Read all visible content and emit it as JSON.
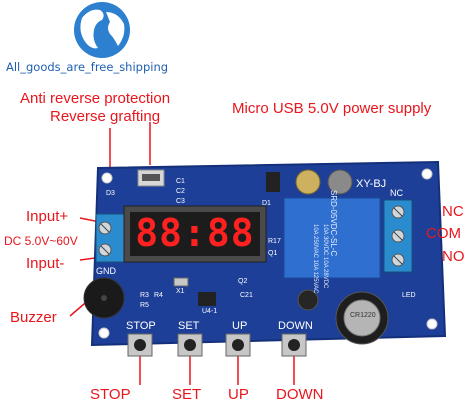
{
  "watermark": {
    "shop_text": "All_goods_are_free_shipping"
  },
  "callouts": {
    "protection_line1": "Anti reverse protection",
    "protection_line2": "Reverse grafting",
    "usb_power": "Micro USB 5.0V power supply",
    "input_plus": "Input+",
    "dc_range": "DC 5.0V~60V",
    "input_minus": "Input-",
    "buzzer": "Buzzer",
    "nc": "NC",
    "com": "COM",
    "no": "NO",
    "stop": "STOP",
    "set": "SET",
    "up": "UP",
    "down": "DOWN"
  },
  "board": {
    "model": "XY-BJ",
    "relay_text": "SRD-05VDC-SL-C",
    "relay_spec1": "10A 250VAC 10A 125VAC",
    "relay_spec2": "10A 30VDC 10A 28VDC",
    "display_digits": "88:88",
    "silk_nc": "NC",
    "silk_gnd": "GND",
    "silk_led": "LED",
    "btn_stop": "STOP",
    "btn_set": "SET",
    "btn_up": "UP",
    "btn_down": "DOWN",
    "ref_d3": "D3",
    "ref_r17": "R17",
    "ref_q1": "Q1",
    "ref_d1": "D1",
    "ref_x1": "X1",
    "ref_q2": "Q2",
    "ref_c21": "C21",
    "ref_u4": "U4-1",
    "ref_r3": "R3",
    "ref_r4": "R4",
    "ref_r5": "R5",
    "ref_c1": "C1",
    "ref_c2": "C2",
    "ref_c3": "C3",
    "battery_text": "CR1220"
  },
  "colors": {
    "label_red": "#e8161d",
    "pcb_blue": "#1d3f97",
    "terminal_blue": "#2a8ccf",
    "relay_blue": "#2f6fd0",
    "display_red": "#ff2020",
    "logo_blue": "#1f5fb0"
  }
}
